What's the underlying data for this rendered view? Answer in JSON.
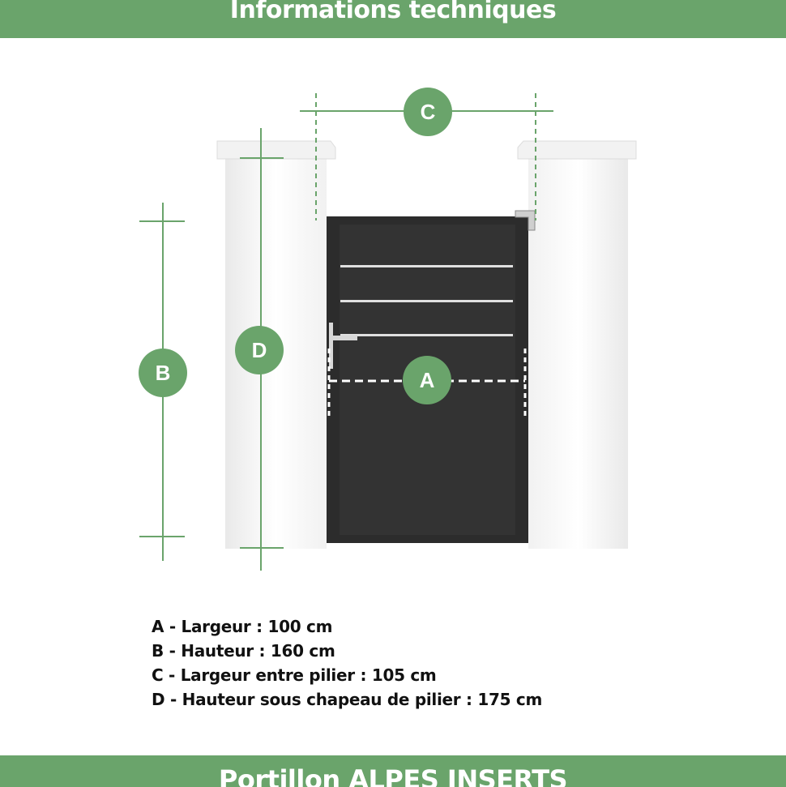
{
  "header": {
    "title": "Informations techniques"
  },
  "footer": {
    "title": "Portillon ALPES INSERTS"
  },
  "markers": {
    "a": "A",
    "b": "B",
    "c": "C",
    "d": "D"
  },
  "specs": [
    "A - Largeur : 100 cm",
    "B - Hauteur : 160 cm",
    "C - Largeur entre pilier : 105 cm",
    "D - Hauteur sous chapeau de pilier : 175 cm"
  ],
  "colors": {
    "accent": "#6aa46b",
    "gate": "#333333",
    "pillar": "#f7f7f7",
    "text": "#111111"
  }
}
